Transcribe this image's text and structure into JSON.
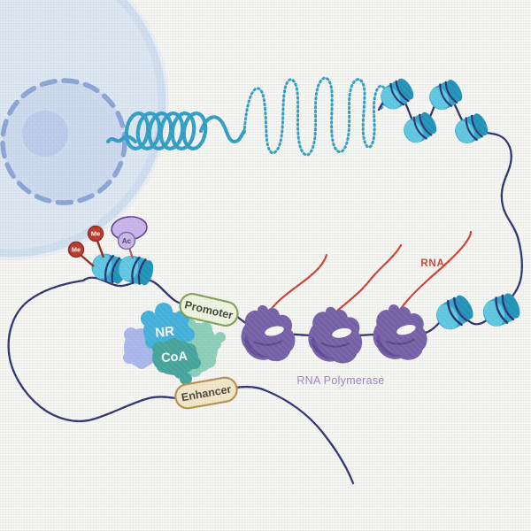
{
  "diagram": {
    "labels": {
      "promoter": "Promoter",
      "enhancer": "Enhancer",
      "rna": "RNA",
      "rna_polymerase": "RNA Polymerase",
      "nuclear_receptor": "NR",
      "coactivator": "CoA",
      "methyl": "Me",
      "acetyl": "Ac"
    },
    "colors": {
      "background": "#f6f6f3",
      "dna_line": "#2e3270",
      "chromatin_fiber": "#2f9fc6",
      "nucleosome_body": "#2fa6cb",
      "nucleosome_light": "#5ec9e4",
      "nucleosome_dark": "#1f93ba",
      "rna_strand": "#cf4132",
      "rna_label": "#cc4434",
      "rna_polymerase_body": "#7560a8",
      "rna_polymerase_label": "#9d85c8",
      "promoter_fill": "#f0f5e3",
      "promoter_border": "#7fa455",
      "promoter_text": "#3f4637",
      "enhancer_fill": "#f4e8ca",
      "enhancer_border": "#b8914f",
      "enhancer_text": "#4b453a",
      "methyl_fill": "#bd3727",
      "methyl_border": "#8e2a1e",
      "acetyl_fill": "#c9b8e8",
      "acetyl_border": "#7a6aa8",
      "acetyl_text": "#4b3b72",
      "reader_fill": "#cab5ec",
      "reader_border": "#5c3f9b",
      "nr_fill": "#41b1dd",
      "coa_fill": "#44a59d",
      "periwinkle_blob": "#a9b7ec",
      "seafoam_blob": "#8bd0ba",
      "cell_fill": "#dbe6f3",
      "nucleus_dash": "#8ca5d8",
      "nucleolus_fill": "#b7c7ec",
      "label_text_light": "#ffffff"
    }
  }
}
